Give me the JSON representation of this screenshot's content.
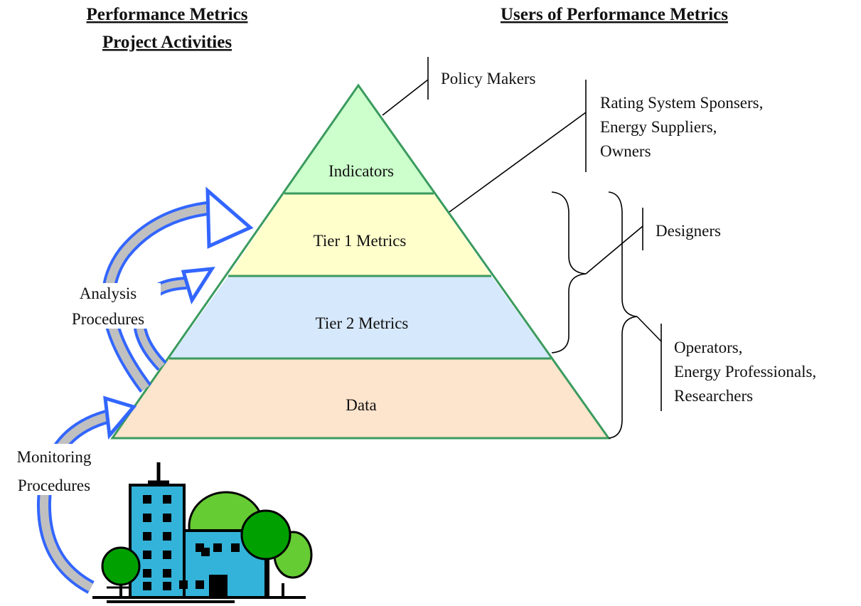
{
  "headings": {
    "left_line1": "Performance Metrics",
    "left_line2": "Project Activities",
    "right": "Users of Performance Metrics"
  },
  "pyramid": {
    "tiers": [
      {
        "label": "Indicators",
        "color": "#ccffcc"
      },
      {
        "label": "Tier 1 Metrics",
        "color": "#ffffcc"
      },
      {
        "label": "Tier 2 Metrics",
        "color": "#d6e8fb"
      },
      {
        "label": "Data",
        "color": "#fde4cc"
      }
    ],
    "outline_color": "#3a9b5e"
  },
  "activities": {
    "analysis_line1": "Analysis",
    "analysis_line2": "Procedures",
    "monitoring_line1": "Monitoring",
    "monitoring_line2": "Procedures"
  },
  "users": {
    "policy_makers": "Policy Makers",
    "rating_line1": "Rating System Sponsers,",
    "rating_line2": "Energy Suppliers,",
    "rating_line3": "Owners",
    "designers": "Designers",
    "operators_line1": "Operators,",
    "operators_line2": "Energy Professionals,",
    "operators_line3": "Researchers"
  },
  "colors": {
    "arrow_outline": "#3366ff",
    "arrow_fill": "#c0c0c0",
    "building": "#33b3d9",
    "tree": "#00a000",
    "tree_light": "#66cc33"
  },
  "icons": [
    "building-icon",
    "tree-icon"
  ]
}
